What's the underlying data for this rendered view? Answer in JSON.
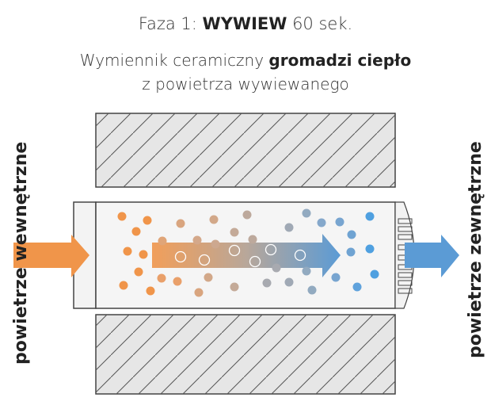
{
  "title": {
    "prefix": "Faza 1: ",
    "bold": "WYWIEW",
    "suffix": " 60 sek."
  },
  "subtitle": {
    "line1_prefix": "Wymiennik ceramiczny ",
    "line1_bold": "gromadzi ciepło",
    "line2": "z powietrza wywiewanego"
  },
  "labels": {
    "inlet": "powietrze wewnętrzne",
    "outlet": "powietrze zewnętrzne"
  },
  "colors": {
    "warm": "#F0954A",
    "cool": "#5B9BD5",
    "wall": "#e6e6e6",
    "chamber": "#f5f5f5"
  }
}
